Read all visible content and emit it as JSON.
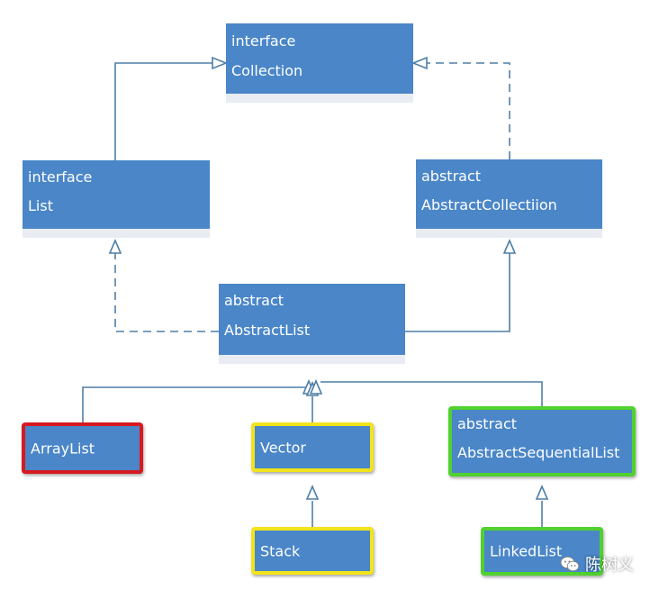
{
  "diagram": {
    "nodes": {
      "collection": {
        "line1": "interface",
        "line2": "Collection"
      },
      "list": {
        "line1": "interface",
        "line2": "List"
      },
      "abstract_collection": {
        "line1": "abstract",
        "line2": "AbstractCollectiion"
      },
      "abstract_list": {
        "line1": "abstract",
        "line2": "AbstractList"
      },
      "array_list": {
        "label": "ArrayList"
      },
      "vector": {
        "label": "Vector"
      },
      "abstract_sequential_list": {
        "line1": "abstract",
        "line2": "AbstractSequentialList"
      },
      "stack": {
        "label": "Stack"
      },
      "linked_list": {
        "label": "LinkedList"
      }
    },
    "colors": {
      "node_fill": "#4a86c8",
      "line": "#4f7fa6",
      "highlight_red": "#d71920",
      "highlight_yellow": "#f1e31c",
      "highlight_green": "#50d12e"
    }
  },
  "watermark": {
    "text": "陈树义",
    "icon": "wechat-icon"
  }
}
